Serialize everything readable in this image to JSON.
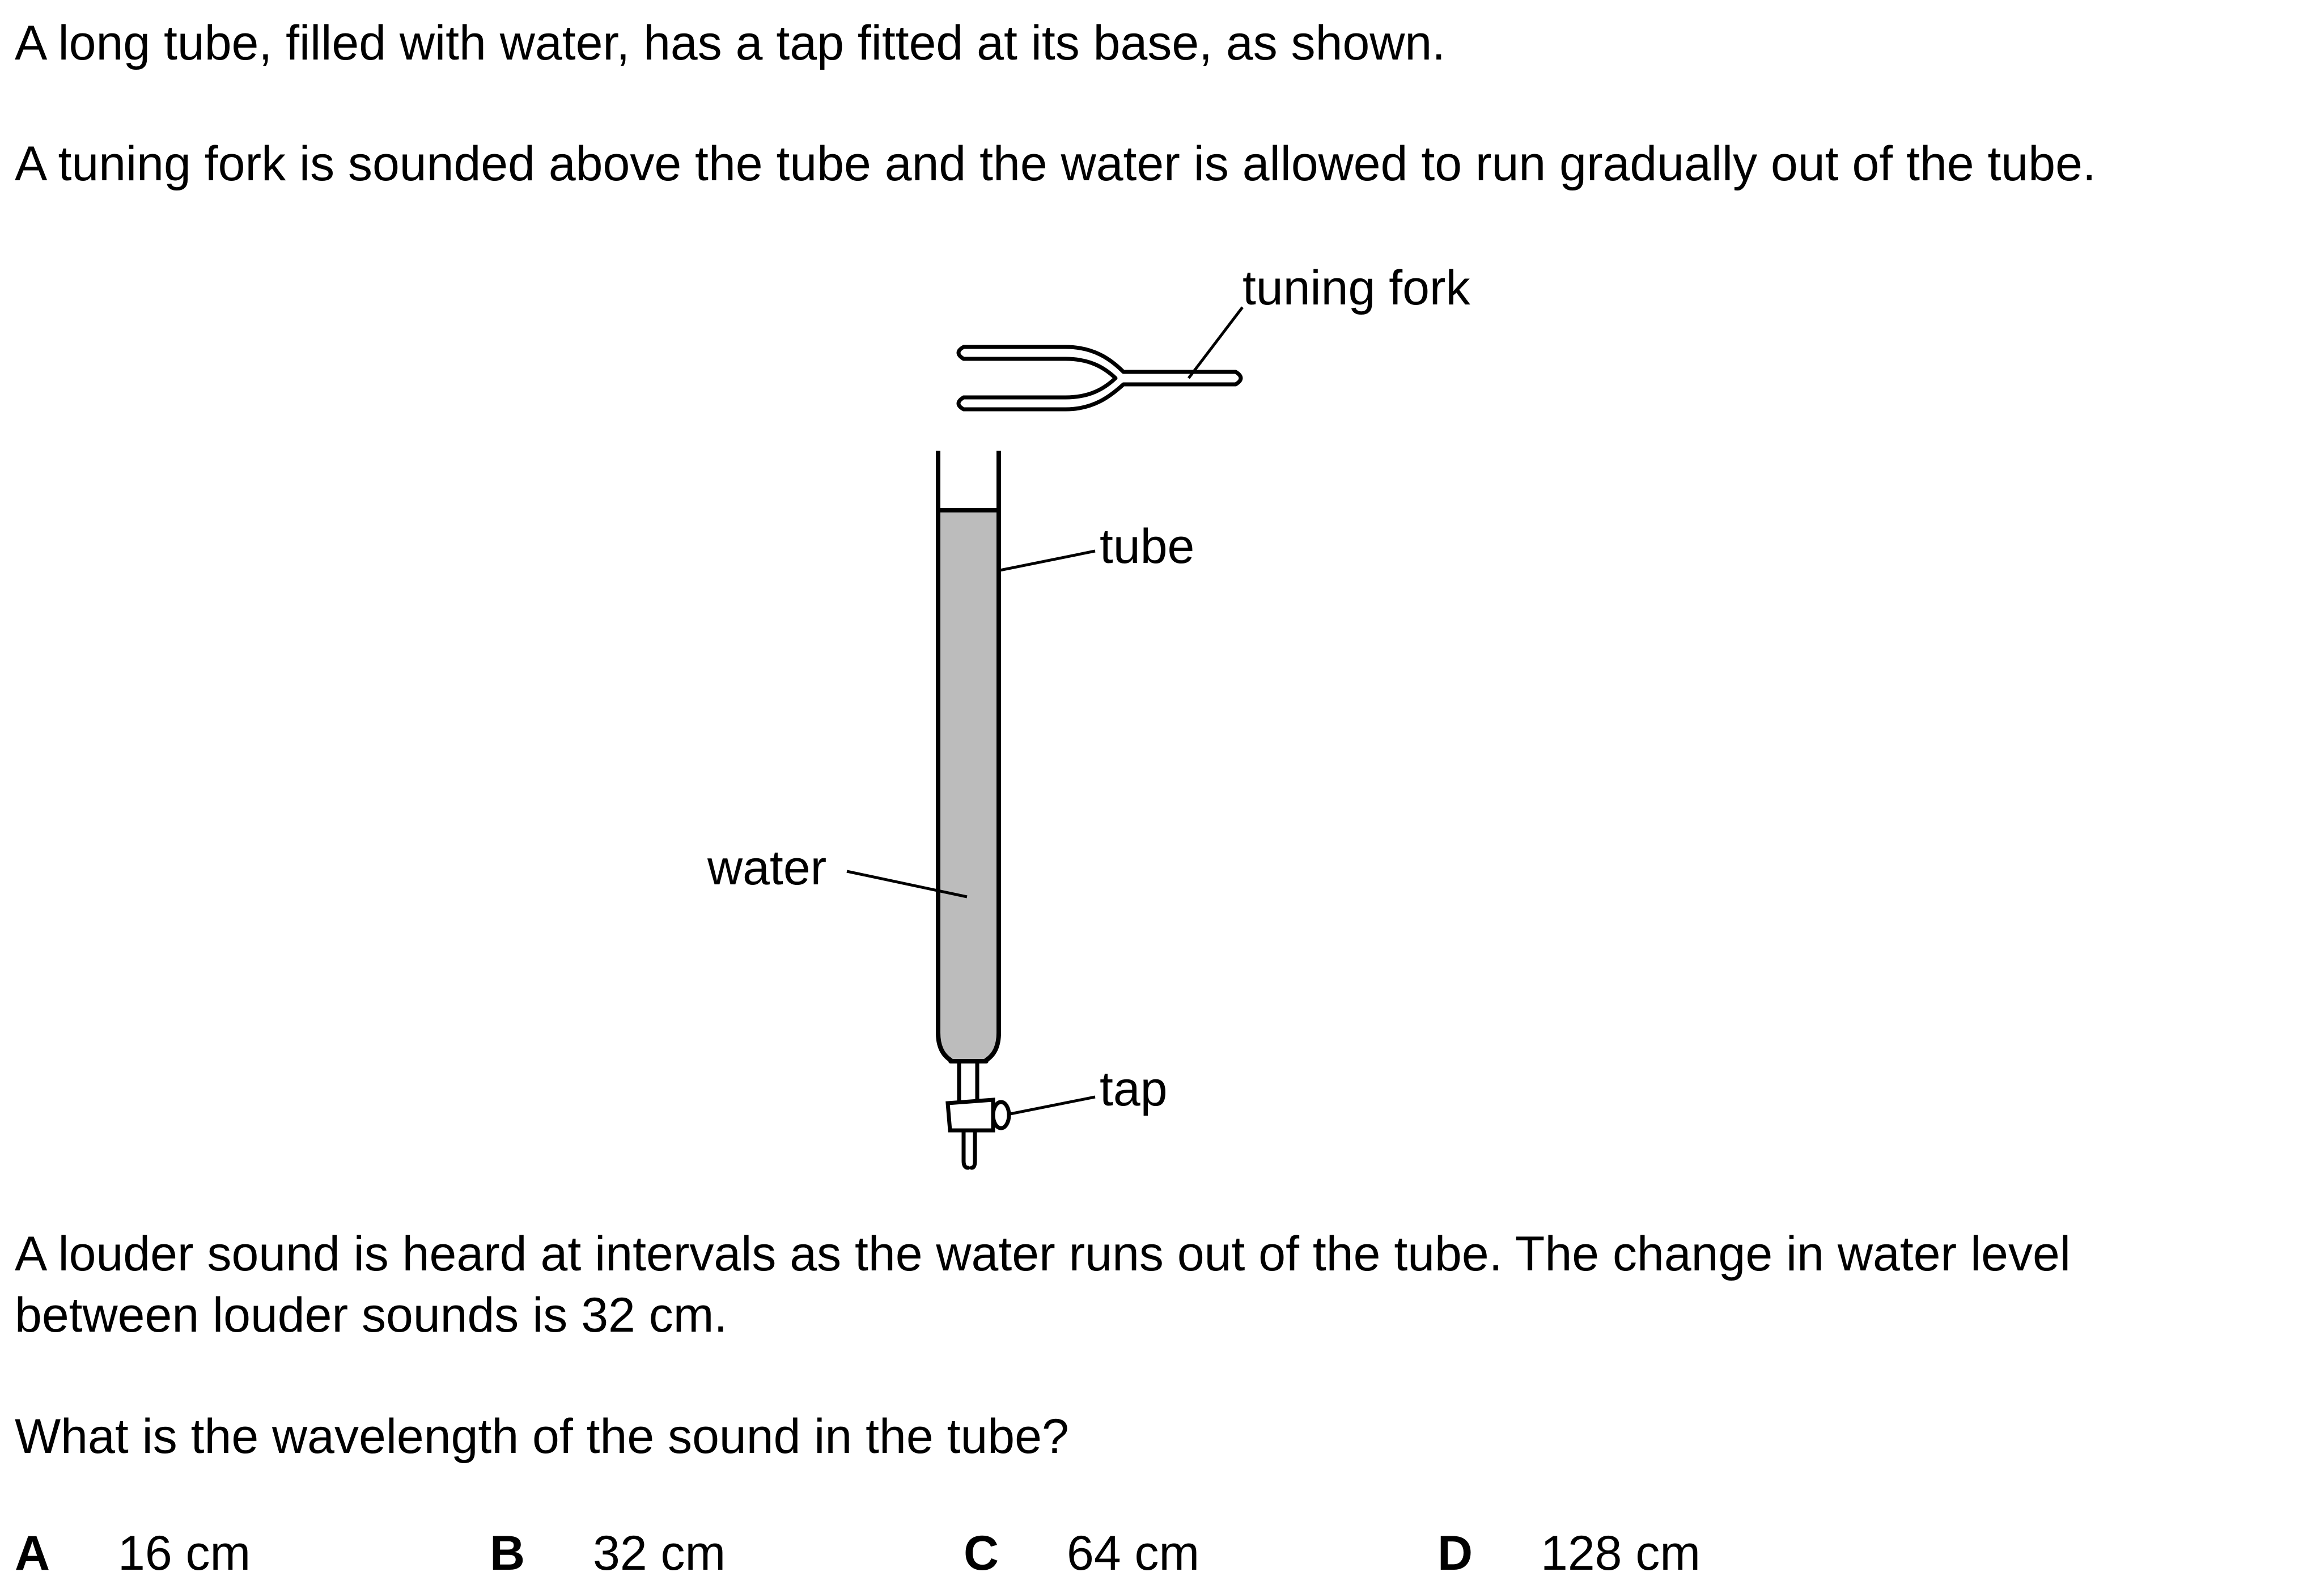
{
  "question": {
    "intro_1": "A long tube, filled with water, has a tap fitted at its base, as shown.",
    "intro_2": "A tuning fork is sounded above the tube and the water is allowed to run gradually out of the tube.",
    "statement_line_1": "A louder sound is heard at intervals as the water runs out of the tube. The change in water level",
    "statement_line_2": "between louder sounds is 32 cm.",
    "prompt": "What is the wavelength of the sound in the tube?"
  },
  "diagram": {
    "labels": {
      "tuning_fork": "tuning fork",
      "tube": "tube",
      "water": "water",
      "tap": "tap"
    },
    "colors": {
      "water_fill": "#bcbcbc",
      "outline": "#000000"
    }
  },
  "options": [
    {
      "letter": "A",
      "value": "16 cm"
    },
    {
      "letter": "B",
      "value": "32 cm"
    },
    {
      "letter": "C",
      "value": "64 cm"
    },
    {
      "letter": "D",
      "value": "128 cm"
    }
  ]
}
